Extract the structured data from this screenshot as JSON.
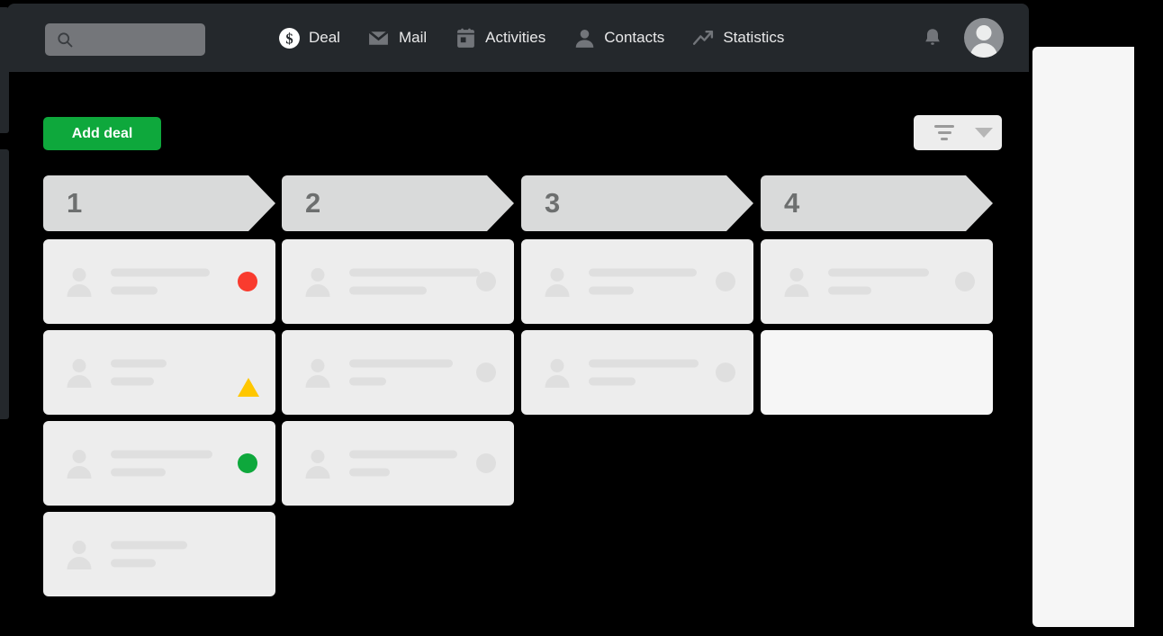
{
  "app": {
    "background_color": "#000000",
    "topbar_color": "#24282c",
    "accent_color": "#0ea83c"
  },
  "search": {
    "icon": "search-icon",
    "value": "",
    "placeholder": ""
  },
  "nav": {
    "items": [
      {
        "label": "Deal",
        "icon": "dollar-coin-icon"
      },
      {
        "label": "Mail",
        "icon": "envelope-icon"
      },
      {
        "label": "Activities",
        "icon": "calendar-icon"
      },
      {
        "label": "Contacts",
        "icon": "person-icon"
      },
      {
        "label": "Statistics",
        "icon": "trending-up-icon"
      }
    ]
  },
  "topbar_right": {
    "notifications_icon": "bell-icon",
    "avatar_icon": "user-avatar-icon"
  },
  "toolbar": {
    "add_deal_label": "Add deal",
    "filter_icon": "filter-lines-icon",
    "filter_caret_icon": "chevron-down-icon"
  },
  "board": {
    "columns": [
      {
        "stage_label": "1",
        "cards": [
          {
            "line1_width": 110,
            "line2_width": 52,
            "status": "red-dot",
            "status_color": "#f93b2e"
          },
          {
            "line1_width": 62,
            "line2_width": 48,
            "status": "yellow-triangle",
            "status_color": "#ffc700"
          },
          {
            "line1_width": 113,
            "line2_width": 61,
            "status": "green-dot",
            "status_color": "#0ea83c"
          },
          {
            "line1_width": 85,
            "line2_width": 50,
            "status": "none",
            "status_color": ""
          }
        ]
      },
      {
        "stage_label": "2",
        "cards": [
          {
            "line1_width": 145,
            "line2_width": 86,
            "status": "gray-dot",
            "status_color": "#dfdfdf"
          },
          {
            "line1_width": 115,
            "line2_width": 41,
            "status": "gray-dot",
            "status_color": "#dfdfdf"
          },
          {
            "line1_width": 120,
            "line2_width": 45,
            "status": "gray-dot",
            "status_color": "#dfdfdf"
          }
        ]
      },
      {
        "stage_label": "3",
        "cards": [
          {
            "line1_width": 120,
            "line2_width": 50,
            "status": "gray-dot",
            "status_color": "#dfdfdf"
          },
          {
            "line1_width": 122,
            "line2_width": 52,
            "status": "gray-dot",
            "status_color": "#dfdfdf"
          }
        ]
      },
      {
        "stage_label": "4",
        "cards": [
          {
            "line1_width": 112,
            "line2_width": 48,
            "status": "gray-dot",
            "status_color": "#dfdfdf"
          },
          {
            "line1_width": 0,
            "line2_width": 0,
            "status": "empty",
            "status_color": ""
          }
        ]
      }
    ]
  },
  "right_drawer": {
    "name": "side-drawer-panel"
  }
}
